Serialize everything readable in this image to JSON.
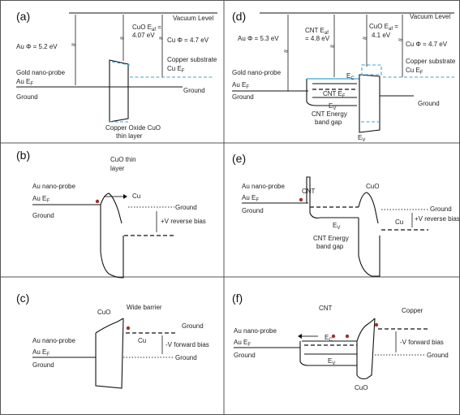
{
  "panels": {
    "a": {
      "label": "(a)",
      "vacuum_level": "Vacuum Level",
      "au_phi": "Au Φ = 5.2 eV",
      "cuo_eaf_1": "CuO E",
      "cuo_eaf_sub": "af",
      "cuo_eaf_2": " =",
      "cuo_eaf_value": "4.07 eV",
      "cu_phi": "Cu Φ = 4.7 eV",
      "copper_substrate": "Copper substrate",
      "cu_ef": "Cu E",
      "cu_ef_sub": "F",
      "gold_probe": "Gold nano-probe",
      "au_ef": "Au E",
      "au_ef_sub": "F",
      "ground_left": "Ground",
      "ground_right": "Ground",
      "cuo_film_1": "Copper Oxide CuO",
      "cuo_film_2": "thin layer"
    },
    "b": {
      "label": "(b)",
      "cuo_thin_1": "CuO thin",
      "cuo_thin_2": "layer",
      "cu": "Cu",
      "au_probe": "Au nano-probe",
      "au_ef": "Au E",
      "au_ef_sub": "F",
      "ground_left": "Ground",
      "ground_right": "Ground",
      "bias": "+V reverse bias"
    },
    "c": {
      "label": "(c)",
      "cuo": "CuO",
      "wide_barrier": "Wide barrier",
      "ground_top": "Ground",
      "cu": "Cu",
      "au_probe": "Au nano-probe",
      "au_ef": "Au E",
      "au_ef_sub": "F",
      "ground_left": "Ground",
      "bias": "-V forward bias",
      "ground_bottom": "Ground"
    },
    "d": {
      "label": "(d)",
      "vacuum_level": "Vacuum Level",
      "au_phi": "Au Φ = 5.3 eV",
      "cnt_eaf_1": "CNT E",
      "cnt_eaf_sub": "af",
      "cnt_eaf_value": "= 4.8 eV",
      "cuo_eaf_1": "CuO E",
      "cuo_eaf_sub": "af",
      "cuo_eaf_2": " =",
      "cuo_eaf_value": "4.1 eV",
      "cu_phi": "Cu Φ = 4.7 eV",
      "copper_substrate": "Copper substrate",
      "cu_ef": "Cu E",
      "cu_ef_sub": "F",
      "gold_probe": "Gold nano-probe",
      "au_ef": "Au E",
      "au_ef_sub": "F",
      "ec": "E",
      "ec_sub": "C",
      "cnt_ef": "CNT E",
      "cnt_ef_sub": "F",
      "ev": "E",
      "ev_sub": "V",
      "ground_left": "Ground",
      "ground_right": "Ground",
      "gap_1": "CNT Energy",
      "gap_2": "band gap",
      "ev_bottom": "E",
      "ev_bottom_sub": "V"
    },
    "e": {
      "label": "(e)",
      "cnt": "CNT",
      "cuo": "CuO",
      "au_probe": "Au nano-probe",
      "au_ef": "Au E",
      "au_ef_sub": "F",
      "ground_left": "Ground",
      "ground_right": "Ground",
      "ev": "E",
      "ev_sub": "V",
      "cu": "Cu",
      "bias": "+V reverse bias",
      "gap_1": "CNT Energy",
      "gap_2": "band gap"
    },
    "f": {
      "label": "(f)",
      "cnt": "CNT",
      "copper": "Copper",
      "au_probe": "Au nano-probe",
      "au_ef": "Au E",
      "au_ef_sub": "F",
      "ground_left": "Ground",
      "ec": "E",
      "ec_sub": "C",
      "ev": "E",
      "ev_sub": "V",
      "bias": "-V forward bias",
      "ground_right": "Ground",
      "cuo": "CuO"
    }
  },
  "colors": {
    "line": "#111111",
    "dashed_level": "#3aa6d8",
    "electron": "#a0302a",
    "divider": "#555555"
  }
}
